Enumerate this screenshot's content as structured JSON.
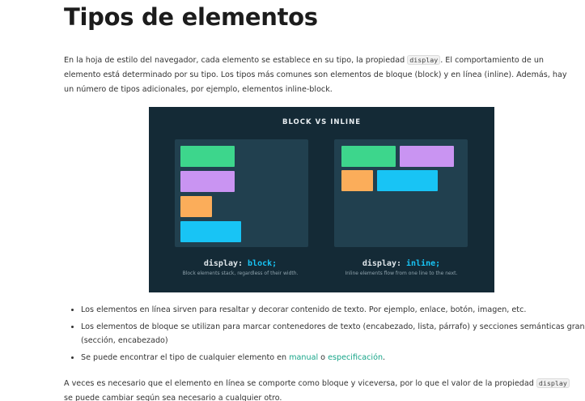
{
  "article": {
    "title": "Tipos de elementos",
    "intro": {
      "before": "En la hoja de estilo del navegador, cada elemento se establece en su tipo, la propiedad ",
      "code": "display",
      "after": ". El comportamiento de un elemento está determinado por su tipo. Los tipos más comunes son elementos de bloque (block) y en línea (inline). Además, hay un número de tipos adicionales, por ejemplo, elementos inline-block."
    },
    "figure": {
      "title": "BLOCK VS INLINE",
      "left_caption_prefix": "display: ",
      "left_caption_value": "block;",
      "left_caption_sub": "Block elements stack, regardless of their width.",
      "right_caption_prefix": "display: ",
      "right_caption_value": "inline;",
      "right_caption_sub": "Inline elements flow from one line to the next.",
      "colors": {
        "background": "#142a36",
        "panel": "#21404f",
        "green": "#3dd68c",
        "purple": "#c994f2",
        "orange": "#fbad5a",
        "cyan": "#18c4f5"
      }
    },
    "bullets": {
      "item1": "Los elementos en línea sirven para resaltar y decorar contenido de texto. Por ejemplo, enlace, botón, imagen, etc.",
      "item2": "Los elementos de bloque se utilizan para marcar contenedores de texto (encabezado, lista, párrafo) y secciones semánticas grandes (sección, encabezado)",
      "item3_before": "Se puede encontrar el tipo de cualquier elemento en ",
      "item3_link1": "manual",
      "item3_middle": " o ",
      "item3_link2": "especificación",
      "item3_after": "."
    },
    "closing": {
      "before": "A veces es necesario que el elemento en línea se comporte como bloque y viceversa, por lo que el valor de la propiedad ",
      "code": "display",
      "after": " se puede cambiar según sea necesario a cualquier otro."
    },
    "link_color": "#17a589"
  }
}
